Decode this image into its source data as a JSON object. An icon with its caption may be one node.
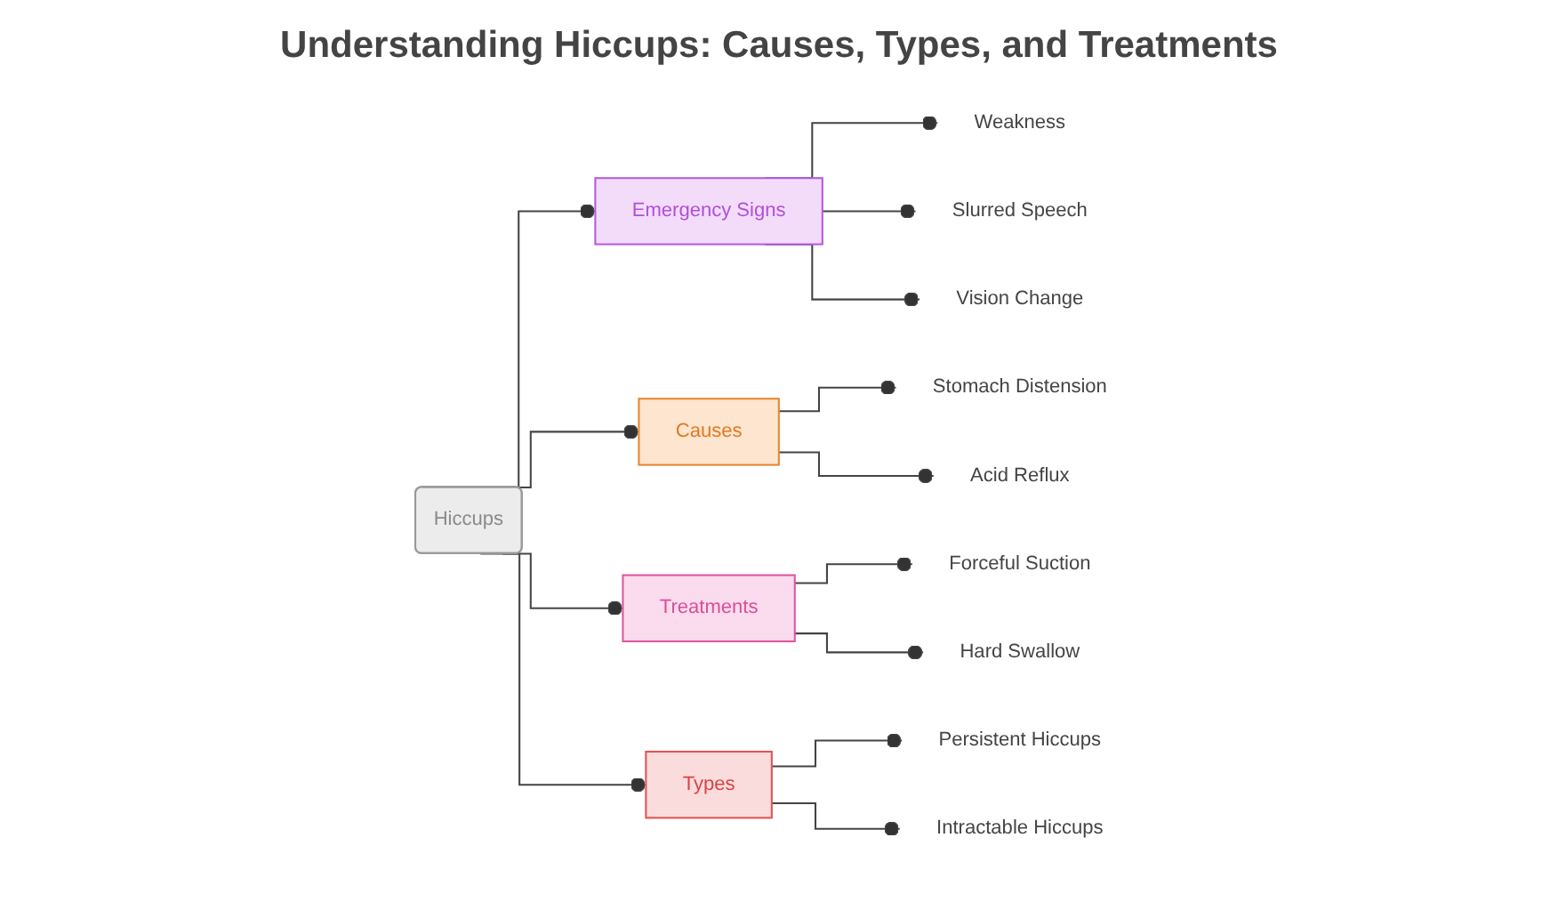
{
  "diagram": {
    "title": "Understanding Hiccups: Causes, Types, and Treatments",
    "nodes": [
      {
        "text": [
          "Hiccups"
        ]
      },
      {
        "text": [
          "Emergency Signs"
        ]
      },
      {
        "text": [
          "Weakness"
        ]
      },
      {
        "text": [
          "Slurred Speech"
        ]
      },
      {
        "text": [
          "Vision Change"
        ]
      },
      {
        "text": [
          "Causes"
        ]
      },
      {
        "text": [
          "Stomach Distension"
        ]
      },
      {
        "text": [
          "Acid Reflux"
        ]
      },
      {
        "text": [
          "Treatments"
        ]
      },
      {
        "text": [
          "Forceful Suction"
        ]
      },
      {
        "text": [
          "Hard Swallow"
        ]
      },
      {
        "text": [
          "Types"
        ]
      },
      {
        "text": [
          "Persistent Hiccups"
        ]
      },
      {
        "text": [
          "Intractable Hiccups"
        ]
      }
    ],
    "edges": [
      {
        "from": 0,
        "to": 1,
        "arrow": "other"
      },
      {
        "from": 1,
        "to": 2,
        "arrow": "other"
      },
      {
        "from": 1,
        "to": 3,
        "arrow": "other"
      },
      {
        "from": 1,
        "to": 4,
        "arrow": "other"
      },
      {
        "from": 0,
        "to": 5,
        "arrow": "other"
      },
      {
        "from": 5,
        "to": 6,
        "arrow": "other"
      },
      {
        "from": 5,
        "to": 7,
        "arrow": "other"
      },
      {
        "from": 0,
        "to": 8,
        "arrow": "other"
      },
      {
        "from": 8,
        "to": 9,
        "arrow": "other"
      },
      {
        "from": 8,
        "to": 10,
        "arrow": "other"
      },
      {
        "from": 0,
        "to": 11,
        "arrow": "other"
      },
      {
        "from": 11,
        "to": 12,
        "arrow": "other"
      },
      {
        "from": 11,
        "to": 13,
        "arrow": "other"
      }
    ]
  }
}
